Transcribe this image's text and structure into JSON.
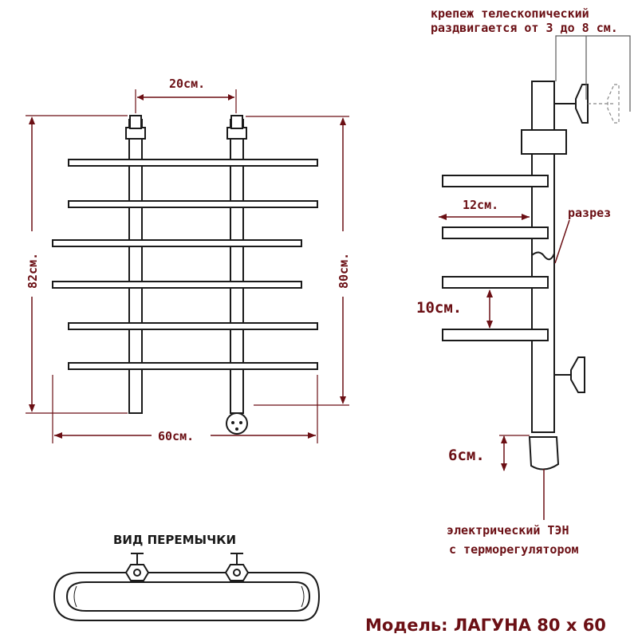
{
  "front_view": {
    "width_dim": "60см.",
    "height_outer_dim": "82см.",
    "height_inner_dim": "80см.",
    "rail_spacing_dim": "20см."
  },
  "side_view": {
    "mount_note_line1": "крепеж телескопический",
    "mount_note_line2": "раздвигается от 3 до 8 см.",
    "depth_dim": "12см.",
    "cut_label": "разрез",
    "bar_gap_dim": "10см.",
    "heater_dim": "6см.",
    "heater_label_line1": "электрический  ТЭН",
    "heater_label_line2": "с терморегулятором"
  },
  "bridge_view": {
    "title": "ВИД ПЕРЕМЫЧКИ"
  },
  "model": {
    "label": "Модель: ЛАГУНА 80 х 60"
  },
  "colors": {
    "annotation": "#6b0f14",
    "drawing": "#1a1a1a"
  }
}
